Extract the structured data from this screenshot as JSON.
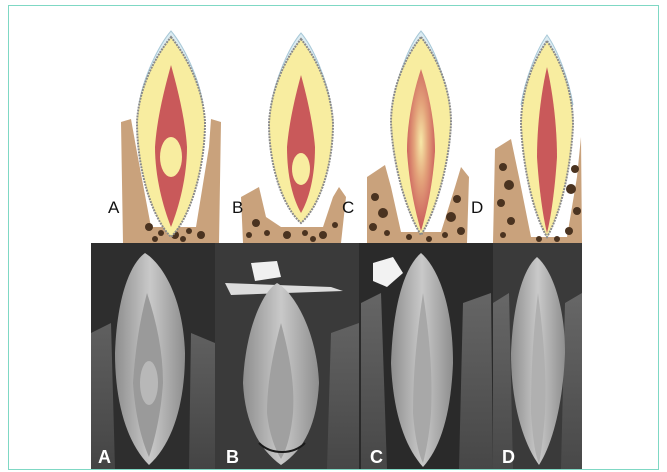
{
  "panels": [
    {
      "id": "A",
      "top_label": "A",
      "bottom_label": "A"
    },
    {
      "id": "B",
      "top_label": "B",
      "bottom_label": "B"
    },
    {
      "id": "C",
      "top_label": "C",
      "bottom_label": "C"
    },
    {
      "id": "D",
      "top_label": "D",
      "bottom_label": "D"
    }
  ],
  "colors": {
    "frame_border": "#7fd8c4",
    "enamel": "#dcecf2",
    "dentin": "#f8eda0",
    "pulp": "#c9595a",
    "bone": "#c9a27c",
    "bone_pores": "#4a3320",
    "periodontal_line": "#8a8a8a",
    "cbct_background": "#2a2a2a"
  }
}
